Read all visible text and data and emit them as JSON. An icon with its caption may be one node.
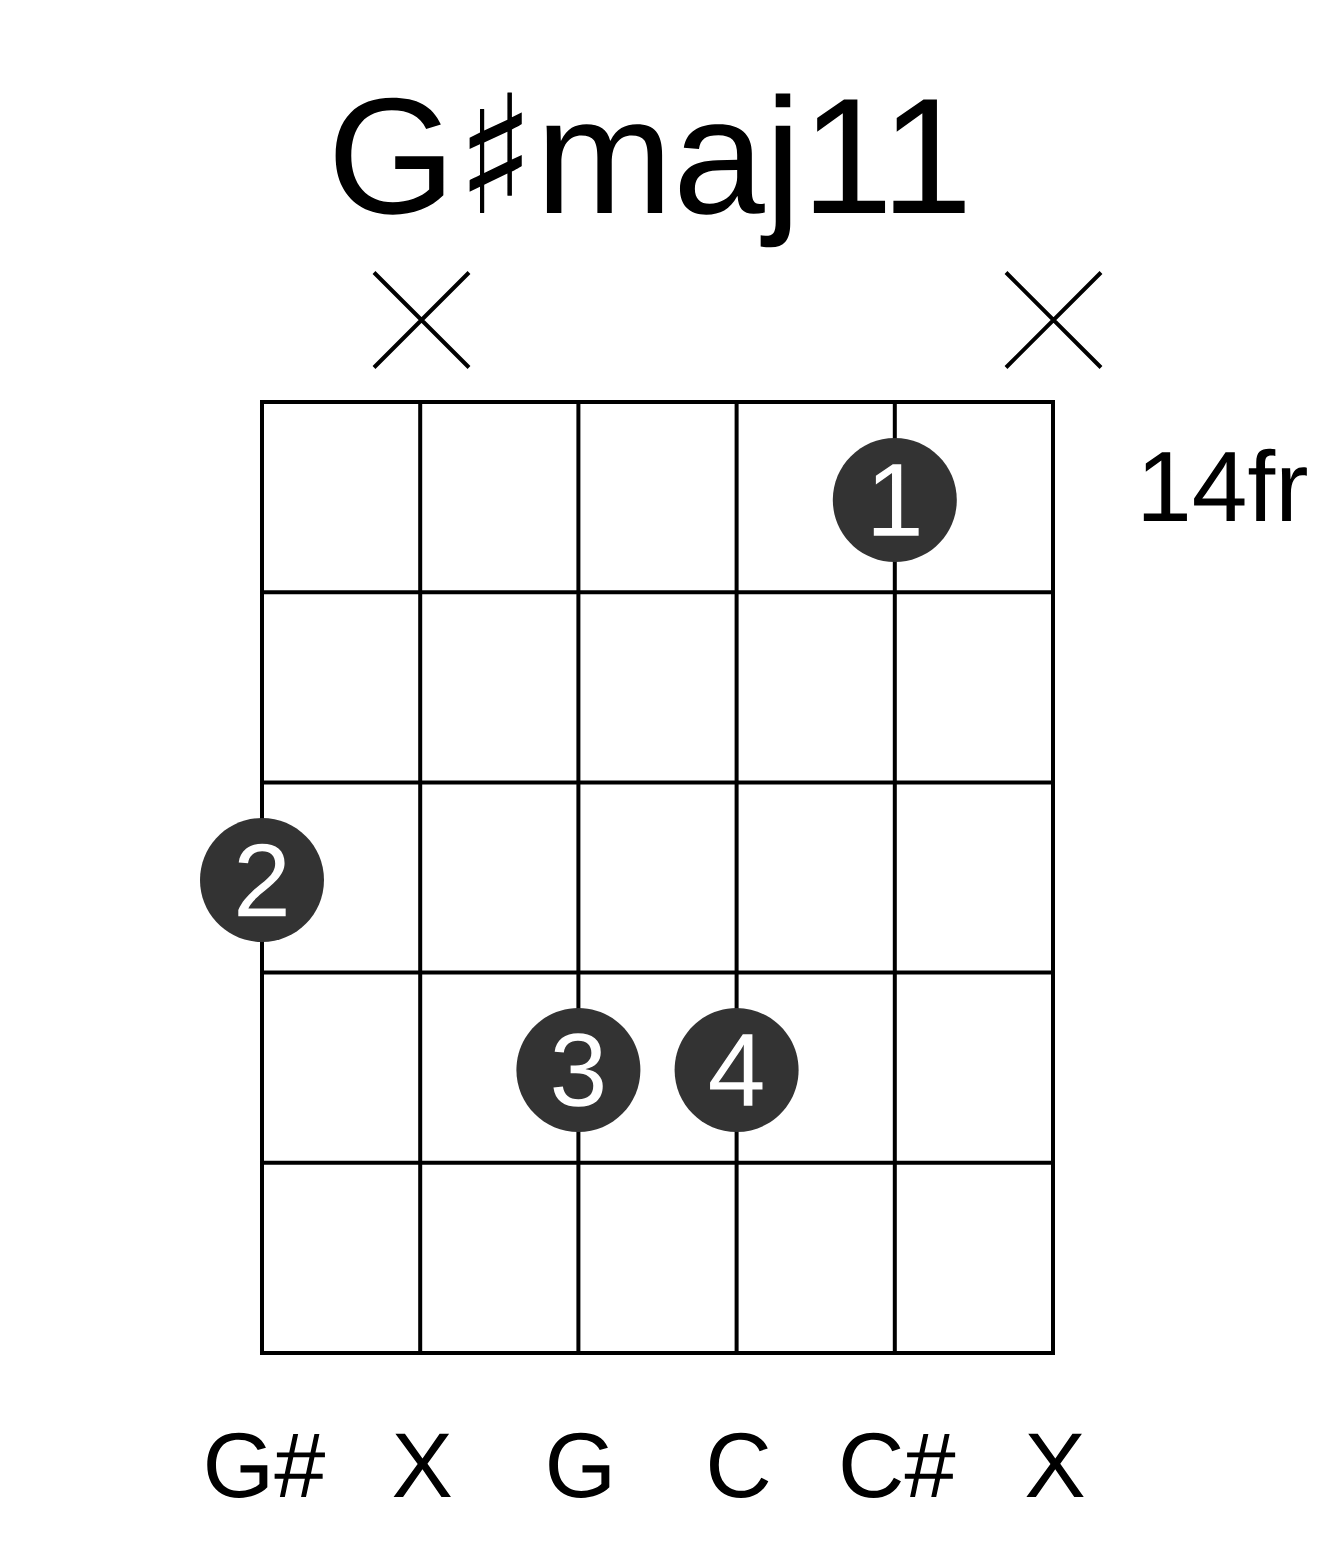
{
  "diagram": {
    "title": "G♯maj11",
    "nodes": [
      {
        "text": [
          "1"
        ]
      },
      {
        "text": [
          "2"
        ]
      },
      {
        "text": [
          "3"
        ]
      },
      {
        "text": [
          "4"
        ]
      }
    ],
    "labels": [
      "14fr",
      "G#",
      "X",
      "G",
      "C",
      "C#",
      "X"
    ]
  }
}
